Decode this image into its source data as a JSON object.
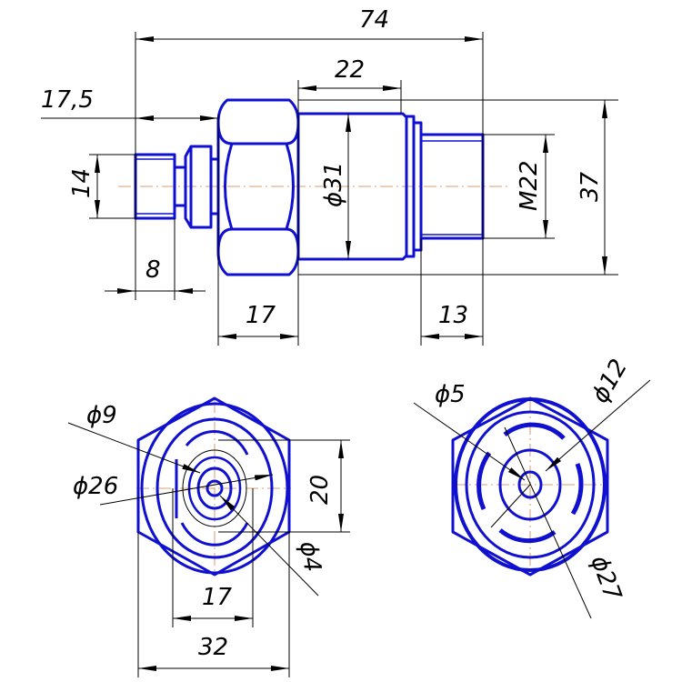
{
  "drawing": {
    "title": "Sensor fitting — front view and end views",
    "colors": {
      "part_outline": "#1010d0",
      "dimension": "#000000",
      "centerline": "#d08040"
    },
    "front_view": {
      "dims": {
        "overall_length": "74",
        "body_length": "22",
        "offset": "17,5",
        "stub_diameter": "14",
        "stub_length": "8",
        "hex_length": "17",
        "body_diameter": "ϕ31",
        "thread": "M22",
        "thread_length": "13",
        "hex_size": "37"
      }
    },
    "left_end_view": {
      "dims": {
        "d9": "ϕ9",
        "d26": "ϕ26",
        "d4": "ϕ4",
        "height_20": "20",
        "width_17": "17",
        "width_32": "32"
      }
    },
    "right_end_view": {
      "dims": {
        "d5": "ϕ5",
        "d12": "ϕ12",
        "d27": "ϕ27"
      }
    }
  }
}
